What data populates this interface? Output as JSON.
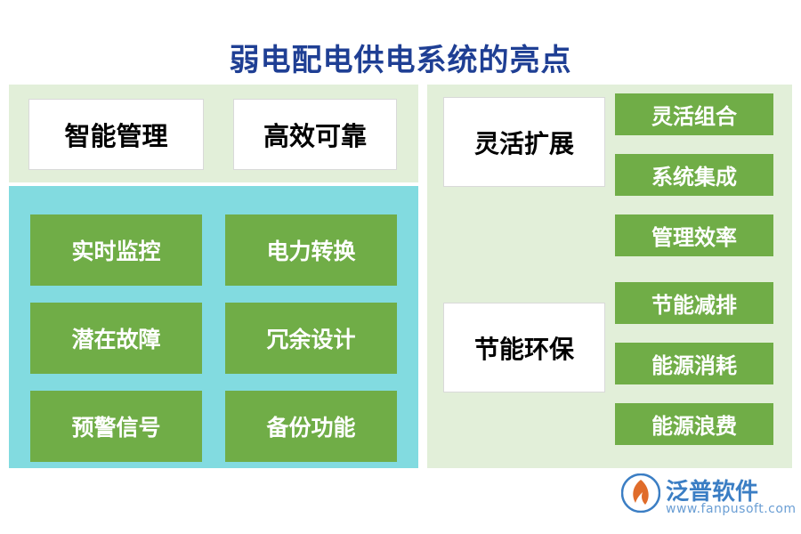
{
  "title": "弱电配电供电系统的亮点",
  "left": {
    "top_cards": [
      {
        "label": "智能管理"
      },
      {
        "label": "高效可靠"
      }
    ],
    "grid_items": [
      {
        "label": "实时监控"
      },
      {
        "label": "电力转换"
      },
      {
        "label": "潜在故障"
      },
      {
        "label": "冗余设计"
      },
      {
        "label": "预警信号"
      },
      {
        "label": "备份功能"
      }
    ]
  },
  "right": {
    "groups": [
      {
        "label": "灵活扩展",
        "items": [
          {
            "label": "灵活组合"
          },
          {
            "label": "系统集成"
          },
          {
            "label": "管理效率"
          }
        ]
      },
      {
        "label": "节能环保",
        "items": [
          {
            "label": "节能减排"
          },
          {
            "label": "能源消耗"
          },
          {
            "label": "能源浪费"
          }
        ]
      }
    ]
  },
  "logo": {
    "name": "泛普软件",
    "url": "www.fanpusoft.com",
    "icon": "fanpu-logo-icon"
  },
  "colors": {
    "title": "#1f3f94",
    "panel_green": "#e2efd9",
    "panel_teal": "#82dbe0",
    "box_green": "#70ad47",
    "card_white": "#ffffff",
    "logo_blue": "#3b7ec4"
  }
}
